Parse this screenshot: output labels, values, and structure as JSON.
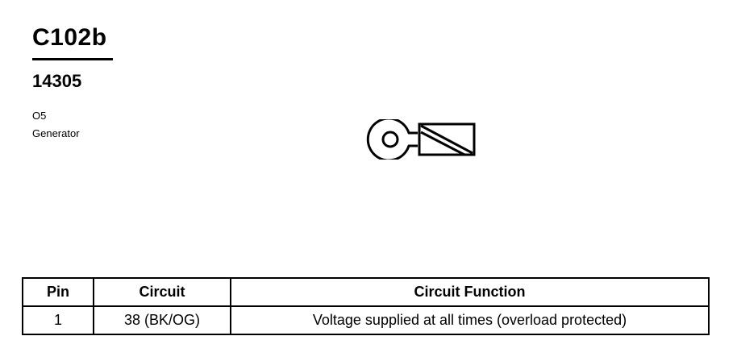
{
  "connector": {
    "id": "C102b",
    "part_number": "14305",
    "location_code": "O5",
    "location_name": "Generator"
  },
  "icons": {
    "connector_face": "ring-terminal-icon"
  },
  "table": {
    "headers": {
      "pin": "Pin",
      "circuit": "Circuit",
      "function": "Circuit Function"
    },
    "rows": [
      {
        "pin": "1",
        "circuit": "38 (BK/OG)",
        "function": "Voltage supplied at all times (overload protected)"
      }
    ]
  }
}
